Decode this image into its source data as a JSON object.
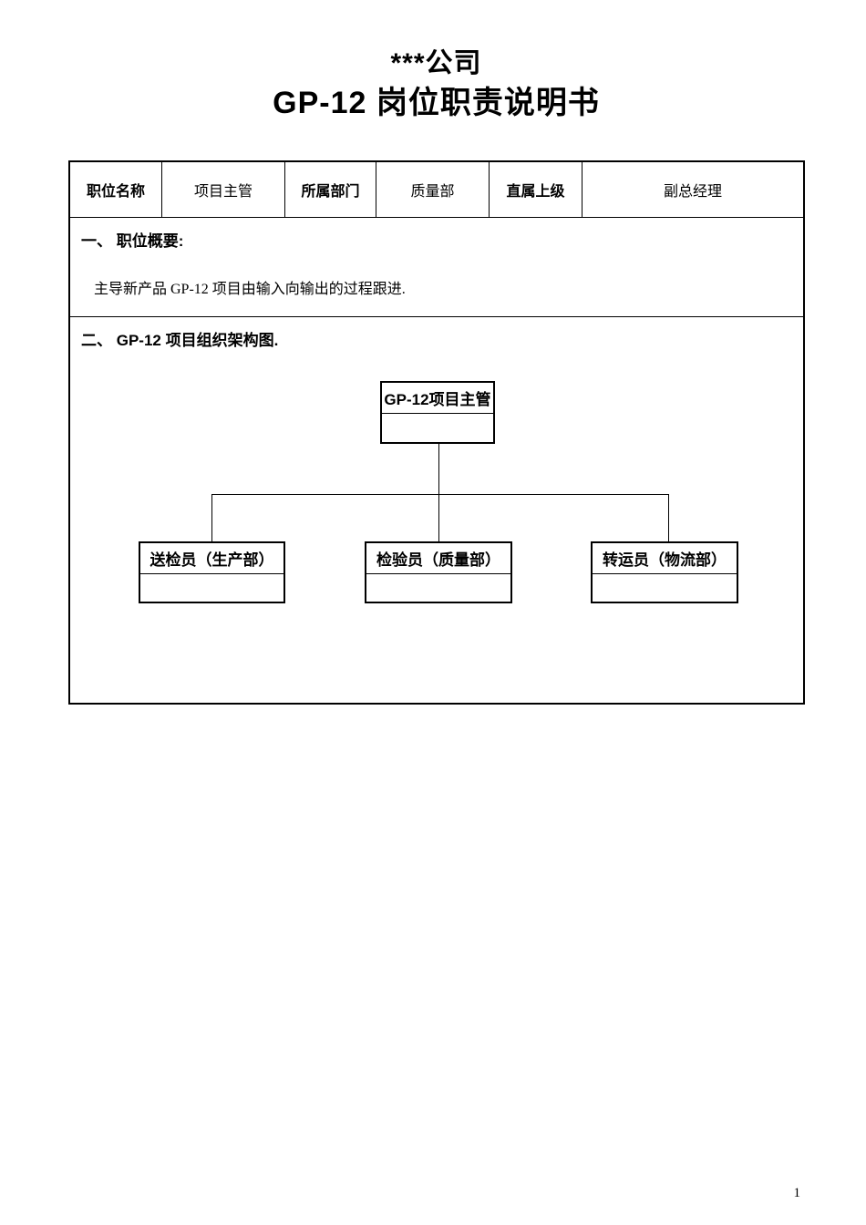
{
  "titles": {
    "company": "***公司",
    "main": "GP-12 岗位职责说明书"
  },
  "info_table": {
    "fields": [
      {
        "label": "职位名称",
        "value": "项目主管"
      },
      {
        "label": "所属部门",
        "value": "质量部"
      },
      {
        "label": "直属上级",
        "value": "副总经理"
      }
    ]
  },
  "sections": [
    {
      "heading": "一、 职位概要:",
      "body": "主导新产品 GP-12 项目由输入向输出的过程跟进."
    },
    {
      "heading": "二、 GP-12 项目组织架构图."
    }
  ],
  "org_chart": {
    "root": {
      "label": "GP-12项目主管"
    },
    "children": [
      {
        "label": "送检员（生产部）"
      },
      {
        "label": "检验员（质量部）"
      },
      {
        "label": "转运员（物流部）"
      }
    ]
  },
  "footer": {
    "page_number": "1"
  }
}
